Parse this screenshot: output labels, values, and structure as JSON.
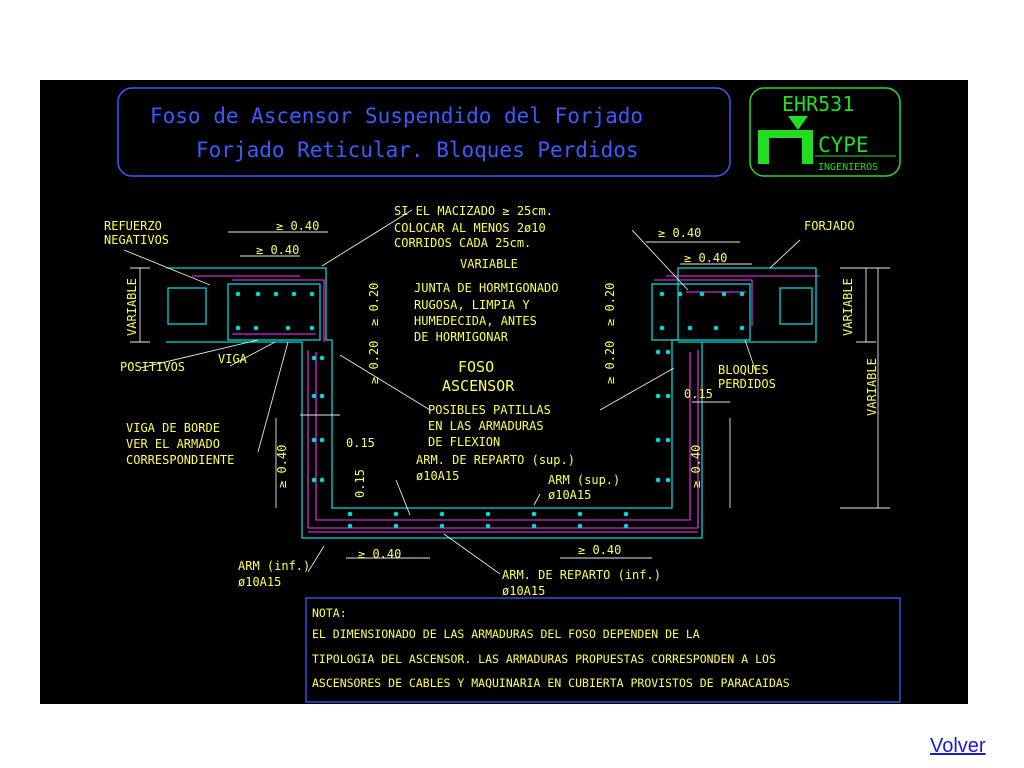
{
  "title": {
    "line1": "Foso de Ascensor Suspendido del Forjado",
    "line2": "Forjado Reticular. Bloques Perdidos"
  },
  "logo": {
    "code": "EHR531",
    "brand": "CYPE",
    "sub": "INGENIEROS"
  },
  "labels": {
    "refuerzo1": "REFUERZO",
    "refuerzo2": "NEGATIVOS",
    "macizado1": "SI EL MACIZADO ≥ 25cm.",
    "macizado2": "COLOCAR AL MENOS 2ø10",
    "macizado3": "CORRIDOS CADA 25cm.",
    "forjado": "FORJADO",
    "variable_top": "VARIABLE",
    "variable_left": "VARIABLE",
    "variable_right": "VARIABLE",
    "variable_far": "VARIABLE",
    "dim_040_a": "≥ 0.40",
    "dim_040_b": "≥ 0.40",
    "dim_040_c": "≥ 0.40",
    "dim_040_d": "≥ 0.40",
    "dim_020_a": "≥ 0.20",
    "dim_020_b": "≥ 0.20",
    "dim_020_c": "≥ 0.20",
    "dim_020_d": "≥ 0.20",
    "junta1": "JUNTA DE HORMIGONADO",
    "junta2": "RUGOSA, LIMPIA Y",
    "junta3": "HUMEDECIDA, ANTES",
    "junta4": "DE HORMIGONAR",
    "positivos": "POSITIVOS",
    "viga": "VIGA",
    "bloques1": "BLOQUES",
    "bloques2": "PERDIDOS",
    "foso1": "FOSO",
    "foso2": "ASCENSOR",
    "patillas1": "POSIBLES PATILLAS",
    "patillas2": "EN LAS ARMADURAS",
    "patillas3": "DE FLEXION",
    "dim_015_a": "0.15",
    "dim_015_b": "0.15",
    "dim_015_c": "0.15",
    "vigaborde1": "VIGA DE BORDE",
    "vigaborde2": "VER EL ARMADO",
    "vigaborde3": "CORRESPONDIENTE",
    "wall_040_l": "≥ 0.40",
    "wall_040_r": "≥ 0.40",
    "reparto_sup1": "ARM. DE REPARTO (sup.)",
    "reparto_sup2": "ø10A15",
    "arm_sup1": "ARM (sup.)",
    "arm_sup2": "ø10A15",
    "bot_040_l": "≥ 0.40",
    "bot_040_r": "≥ 0.40",
    "arm_inf1": "ARM (inf.)",
    "arm_inf2": "ø10A15",
    "reparto_inf1": "ARM. DE REPARTO (inf.)",
    "reparto_inf2": "ø10A15"
  },
  "nota": {
    "head": "NOTA:",
    "l1": "EL DIMENSIONADO DE LAS ARMADURAS DEL FOSO DEPENDEN DE LA",
    "l2": "TIPOLOGIA DEL ASCENSOR. LAS ARMADURAS PROPUESTAS CORRESPONDEN A LOS",
    "l3": "ASCENSORES DE CABLES Y MAQUINARIA EN CUBIERTA PROVISTOS DE PARACAIDAS"
  },
  "nav": {
    "back": "Volver"
  },
  "colors": {
    "background": "#000000",
    "title": "#3a5cff",
    "logo": "#22dd22",
    "label": "#ffff55",
    "concrete": "#00d8d8",
    "rebar": "#ff33ff",
    "dim": "#ffffff"
  }
}
